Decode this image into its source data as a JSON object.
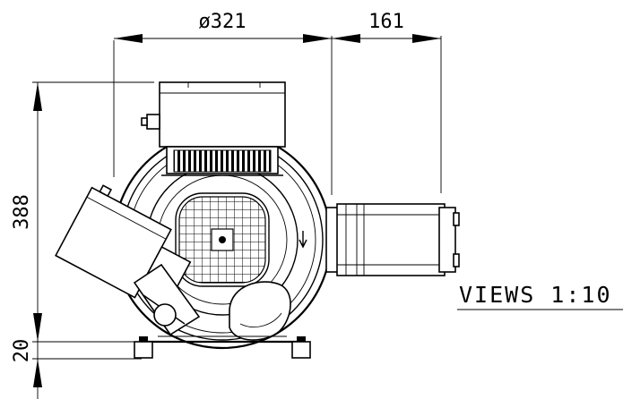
{
  "drawing": {
    "dimensions": {
      "diameter": "ø321",
      "depth": "161",
      "height": "388",
      "foot_height": "20"
    },
    "scale_note": "VIEWS 1:10"
  }
}
